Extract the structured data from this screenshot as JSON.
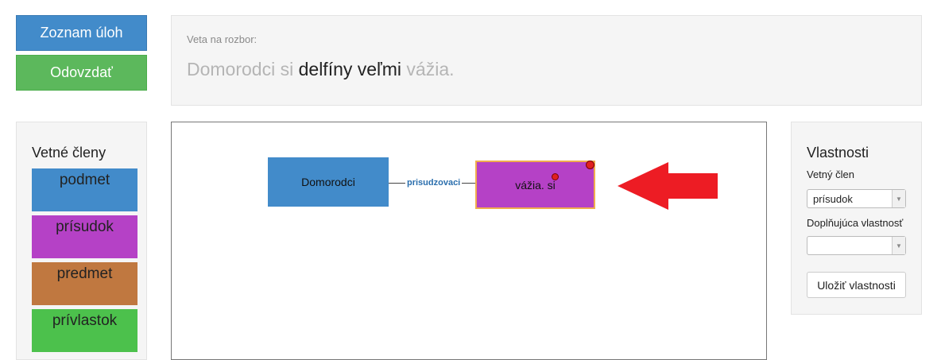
{
  "left_buttons": {
    "tasks": "Zoznam úloh",
    "submit": "Odovzdať"
  },
  "sentence": {
    "label": "Veta na rozbor:",
    "words": [
      {
        "text": "Domorodci si ",
        "highlight": false
      },
      {
        "text": "delfíny veľmi",
        "highlight": true
      },
      {
        "text": " vážia.",
        "highlight": false
      }
    ]
  },
  "members_panel": {
    "title": "Vetné členy",
    "items": [
      {
        "label": "podmet",
        "color": "#428bca"
      },
      {
        "label": "prísudok",
        "color": "#b541c6"
      },
      {
        "label": "predmet",
        "color": "#c07840"
      },
      {
        "label": "prívlastok",
        "color": "#4cc14c"
      }
    ]
  },
  "canvas": {
    "nodes": [
      {
        "label": "Domorodci",
        "type": "podmet"
      },
      {
        "label": "vážia. si",
        "type": "prísudok"
      }
    ],
    "edge_label": "prisudzovaci",
    "arrow_color": "#ed1c24"
  },
  "properties": {
    "title": "Vlastnosti",
    "member_label": "Vetný člen",
    "member_value": "prísudok",
    "extra_label": "Doplňujúca vlastnosť",
    "extra_value": "",
    "save_button": "Uložiť vlastnosti"
  }
}
